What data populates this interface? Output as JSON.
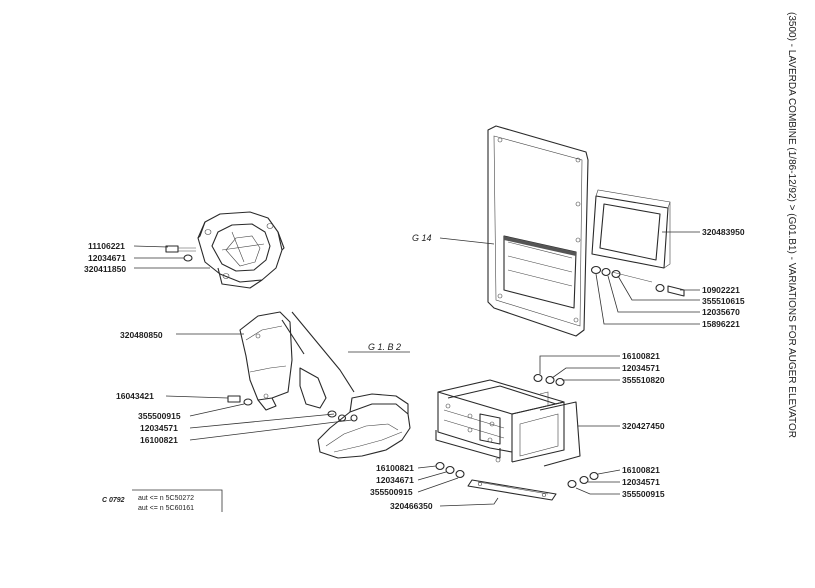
{
  "side_title": "(3500) - LAVERDA COMBINE (1/86-12/92) > (G01.B1) - VARIATIONS FOR AUGER ELEVATOR",
  "groups": {
    "g14": "G 14",
    "g1b2": "G 1. B 2"
  },
  "parts": {
    "p11106221": "11106221",
    "p12034671_a": "12034671",
    "p320411850": "320411850",
    "p320480850": "320480850",
    "p16043421": "16043421",
    "p355500915_a": "355500915",
    "p12034571_a": "12034571",
    "p16100821_a": "16100821",
    "p320483950": "320483950",
    "p10902221": "10902221",
    "p355510615": "355510615",
    "p12035670": "12035670",
    "p15896221": "15896221",
    "p16100821_b": "16100821",
    "p12034571_b": "12034571",
    "p355510820": "355510820",
    "p320427450": "320427450",
    "p16100821_c": "16100821",
    "p12034671_b": "12034671",
    "p355500915_b": "355500915",
    "p320466350": "320466350",
    "p16100821_d": "16100821",
    "p12034571_c": "12034571",
    "p355500915_c": "355500915"
  },
  "footer": {
    "code": "C 0792",
    "line1": "aut <= n 5C50272",
    "line2": "aut <= n 5C60161"
  }
}
